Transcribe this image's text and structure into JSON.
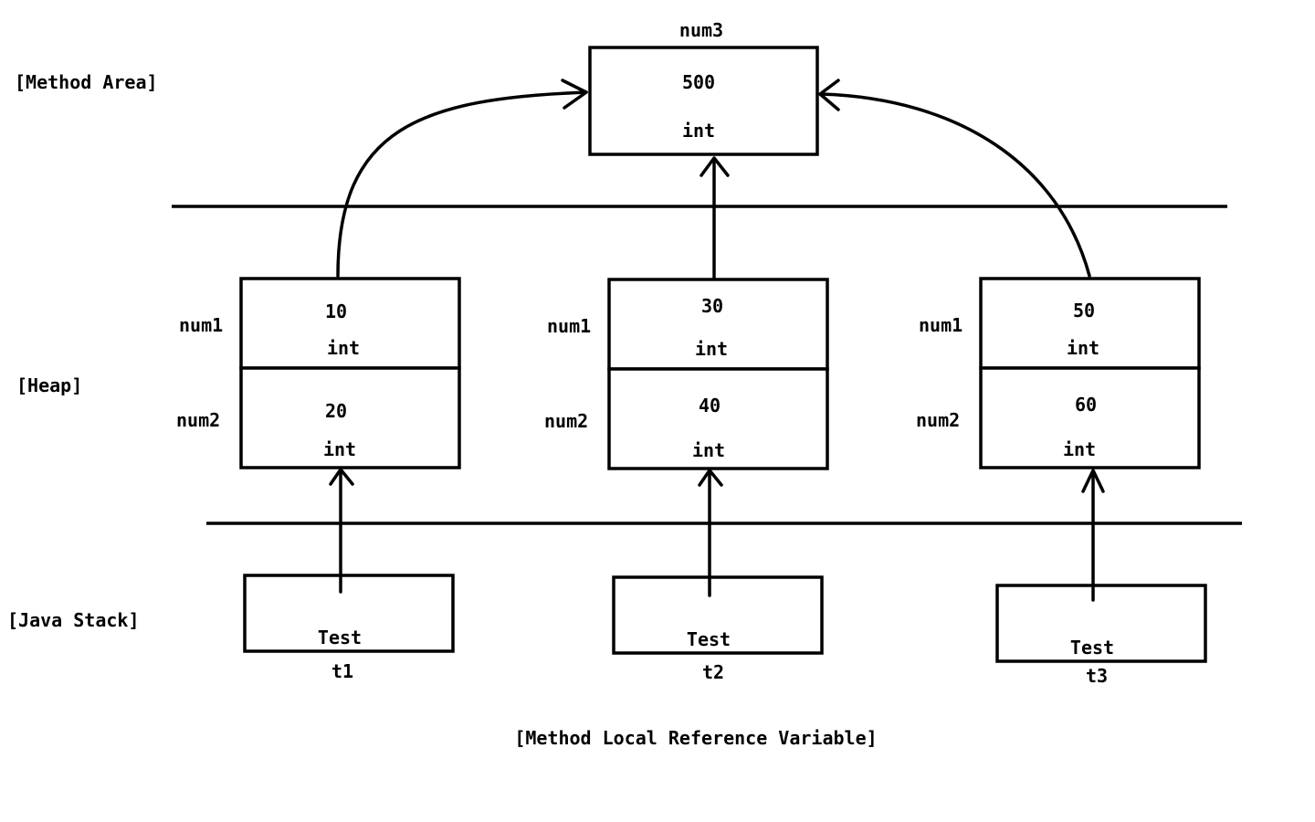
{
  "regions": {
    "method_area": "[Method Area]",
    "heap": "[Heap]",
    "java_stack": "[Java Stack]"
  },
  "static_var": {
    "name": "num3",
    "value": "500",
    "type": "int"
  },
  "objects": [
    {
      "num1": {
        "label": "num1",
        "value": "10",
        "type": "int"
      },
      "num2": {
        "label": "num2",
        "value": "20",
        "type": "int"
      }
    },
    {
      "num1": {
        "label": "num1",
        "value": "30",
        "type": "int"
      },
      "num2": {
        "label": "num2",
        "value": "40",
        "type": "int"
      }
    },
    {
      "num1": {
        "label": "num1",
        "value": "50",
        "type": "int"
      },
      "num2": {
        "label": "num2",
        "value": "60",
        "type": "int"
      }
    }
  ],
  "references": [
    {
      "type": "Test",
      "name": "t1"
    },
    {
      "type": "Test",
      "name": "t2"
    },
    {
      "type": "Test",
      "name": "t3"
    }
  ],
  "footer": "[Method Local Reference Variable]"
}
